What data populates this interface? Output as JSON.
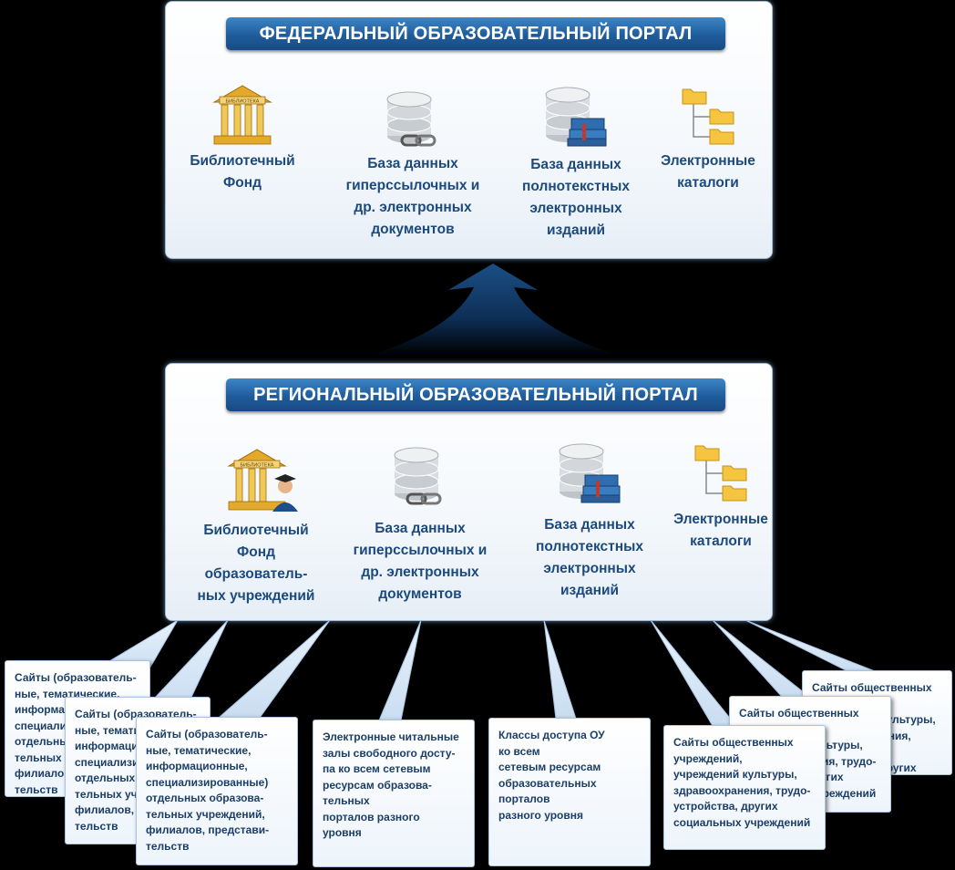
{
  "federal": {
    "title": "ФЕДЕРАЛЬНЫЙ ОБРАЗОВАТЕЛЬНЫЙ ПОРТАЛ",
    "library_sign": "БИБЛИОТЕКА",
    "items": [
      {
        "label": "Библиотечный\nФонд",
        "icon": "library-icon"
      },
      {
        "label": "База данных\nгиперссылочных и\nдр. электронных\nдокументов",
        "icon": "database-link-icon"
      },
      {
        "label": "База данных\nполнотекстных\nэлектронных\nизданий",
        "icon": "database-books-icon"
      },
      {
        "label": "Электронные\nкаталоги",
        "icon": "folder-tree-icon"
      }
    ]
  },
  "regional": {
    "title": "РЕГИОНАЛЬНЫЙ ОБРАЗОВАТЕЛЬНЫЙ ПОРТАЛ",
    "library_sign": "БИБЛИОТЕКА",
    "items": [
      {
        "label": "Библиотечный\nФонд образователь-\nных учреждений",
        "icon": "library-student-icon"
      },
      {
        "label": "База данных\nгиперссылочных и\nдр. электронных\nдокументов",
        "icon": "database-link-icon"
      },
      {
        "label": "База данных\nполнотекстных\nэлектронных\nизданий",
        "icon": "database-books-icon"
      },
      {
        "label": "Электронные\nкаталоги",
        "icon": "folder-tree-icon"
      }
    ]
  },
  "callouts": [
    {
      "text": "Сайты (образователь-\nные, тематические,\nинформационные,\nспециализированные)\nотдельных образова-\nтельных учреждений,\nфилиалов, представи-\nтельств"
    },
    {
      "text": "Сайты (образователь-\nные, тематические,\nинформационные,\nспециализированные)\nотдельных образова-\nтельных учреждений,\nфилиалов, представи-\nтельств"
    },
    {
      "text": "Сайты (образователь-\nные, тематические,\nинформационные,\nспециализированные)\nотдельных образова-\nтельных учреждений,\nфилиалов, представи-\nтельств"
    },
    {
      "text": "Электронные читальные\nзалы свободного досту-\nпа ко всем сетевым\nресурсам образова-\nтельных\nпорталов разного\nуровня"
    },
    {
      "text": "Классы доступа ОУ\nко всем\nсетевым ресурсам\nобразовательных\nпорталов\nразного уровня"
    },
    {
      "text": "Сайты общественных\nучреждений,\nучреждений культуры,\nздравоохранения, трудо-\nустройства, других\nсоциальных учреждений"
    },
    {
      "text": "Сайты общественных\nучреждений,\nучреждений культуры,\nздравоохранения, трудо-\nустройства, других\nсоциальных учреждений"
    },
    {
      "text": "Сайты общественных\nучреждений,\nучреждений культуры,\nздравоохранения, трудо-\nустройства, других\nсоциальных учреждений"
    }
  ],
  "colors": {
    "banner": "#1f5c9c",
    "label": "#1c4a7c",
    "callout_border": "#a8c3e0"
  }
}
